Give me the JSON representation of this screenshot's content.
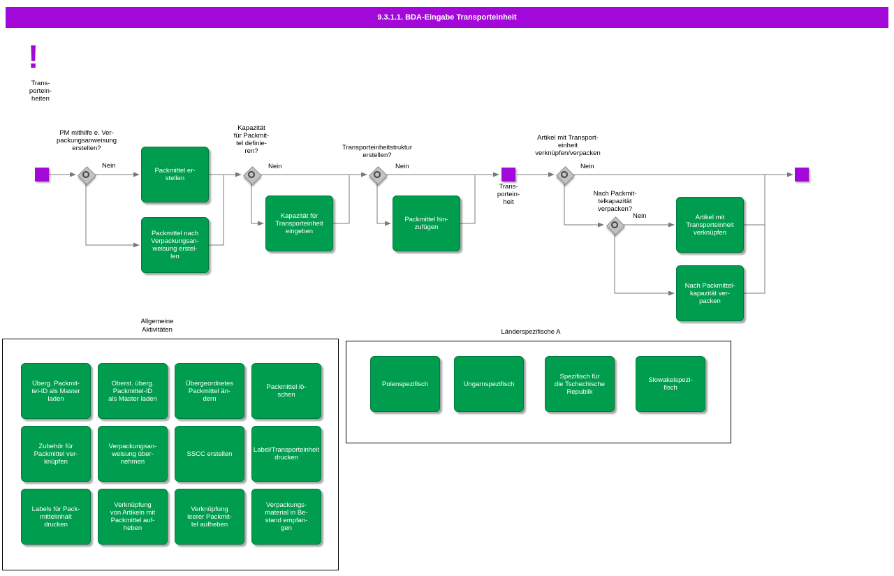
{
  "colors": {
    "purple": "#A208D8",
    "green": "#009D4E",
    "line": "#7a7a7a"
  },
  "header": {
    "title": "9.3.1.1. BDA-Eingabe Transporteinheit"
  },
  "note": {
    "symbol": "!",
    "label": "Trans-\nportein-\nheiten"
  },
  "flow": {
    "mid_event_label": "Trans-\nportein-\nheit",
    "decisions": [
      {
        "question": "PM mithilfe e.  Ver-\npackungsanweisung\nerstellen?",
        "no_label": "Nein"
      },
      {
        "question": "Kapazität\nfür Packmit-\ntel definie-\nren?",
        "no_label": "Nein"
      },
      {
        "question": "Transporteinheitstruktur\nerstellen?",
        "no_label": "Nein"
      },
      {
        "question": "Artikel mit  Transport-\neinheit\nverknüpfen/verpacken",
        "no_label": "Nein"
      },
      {
        "question": "Nach Packmit-\ntelkapazität\nverpacken?",
        "no_label": "Nein"
      }
    ],
    "activities": [
      {
        "label": "Packmittel er-\nstellen"
      },
      {
        "label": "Packmittel nach\nVerpackungsan-\nweisung  erstel-\nlen"
      },
      {
        "label": "Kapazität für\nTransporteinheit\neingeben"
      },
      {
        "label": "Packmittel hin-\nzufügen"
      },
      {
        "label": "Artikel mit\nTransporteinheit\nverknüpfen"
      },
      {
        "label": "Nach Packmittel-\nkapazität ver-\npacken"
      }
    ]
  },
  "groups": [
    {
      "title": "Allgemeine\nAktivitäten",
      "items": [
        "Überg. Packmit-\ntel-ID als Master\nladen",
        "Oberst. überg.\nPackmittel-ID\nals Master laden",
        "Übergeordnetes\nPackmittel än-\ndern",
        "Packmittel lö-\nschen",
        "Zubehör für\nPackmittel ver-\nknüpfen",
        "Verpackungsan-\nweisung  über-\nnehmen",
        "SSCC erstellen",
        "Label/Transporteinheit\ndrucken",
        "Labels für Pack-\nmittelinhalt\ndrucken",
        "Verknüpfung\nvon Artikeln mit\nPackmittel auf-\nheben",
        "Verknüpfung\nleerer Packmit-\ntel aufheben",
        "Verpackungs-\nmaterial  in Be-\nstand  empfan-\ngen"
      ]
    },
    {
      "title": "Länderspezifische A",
      "items": [
        "Polenspezifisch",
        "Ungarnspezifisch",
        "Spezifisch für\ndie Tschechische\nRepublik",
        "Slowakeispezi-\nfisch"
      ]
    }
  ]
}
